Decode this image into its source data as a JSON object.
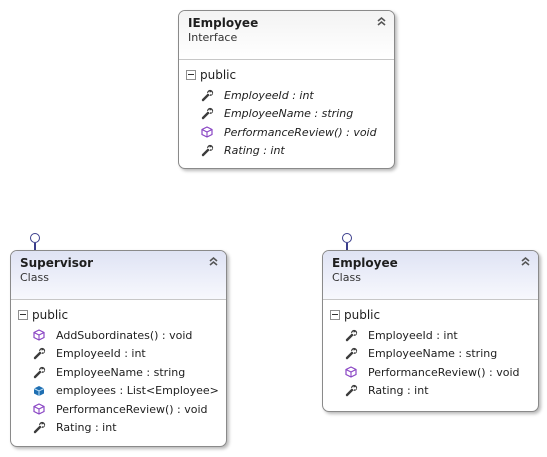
{
  "shapes": [
    {
      "name": "IEmployee",
      "stereotype": "Interface",
      "section": "public",
      "members": [
        {
          "text": "EmployeeId : int",
          "icon": "property-wrench-icon"
        },
        {
          "text": "EmployeeName : string",
          "icon": "property-wrench-icon"
        },
        {
          "text": "PerformanceReview() : void",
          "icon": "method-cube-icon"
        },
        {
          "text": "Rating : int",
          "icon": "property-wrench-icon"
        }
      ]
    },
    {
      "name": "Supervisor",
      "stereotype": "Class",
      "section": "public",
      "members": [
        {
          "text": "AddSubordinates() : void",
          "icon": "method-cube-icon"
        },
        {
          "text": "EmployeeId : int",
          "icon": "property-wrench-icon"
        },
        {
          "text": "EmployeeName : string",
          "icon": "property-wrench-icon"
        },
        {
          "text": "employees : List<Employee>",
          "icon": "field-icon"
        },
        {
          "text": "PerformanceReview() : void",
          "icon": "method-cube-icon"
        },
        {
          "text": "Rating : int",
          "icon": "property-wrench-icon"
        }
      ]
    },
    {
      "name": "Employee",
      "stereotype": "Class",
      "section": "public",
      "members": [
        {
          "text": "EmployeeId : int",
          "icon": "property-wrench-icon"
        },
        {
          "text": "EmployeeName : string",
          "icon": "property-wrench-icon"
        },
        {
          "text": "PerformanceReview() : void",
          "icon": "method-cube-icon"
        },
        {
          "text": "Rating : int",
          "icon": "property-wrench-icon"
        }
      ]
    }
  ],
  "colors": {
    "method_icon": "#8a46c4",
    "property_icon": "#3c3c3c",
    "field_icon": "#1f6fb2",
    "lollipop": "#3b3e8c",
    "class_header": "#dfe3f4"
  }
}
